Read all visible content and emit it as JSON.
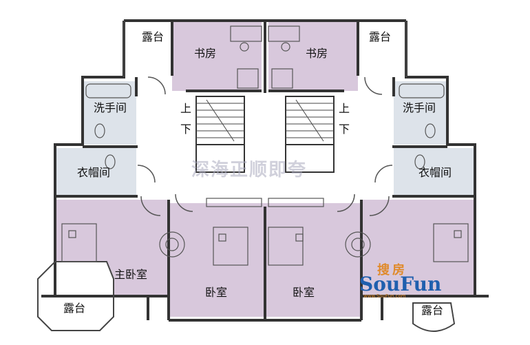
{
  "labels": {
    "terrace_tl": "露台",
    "terrace_tr": "露台",
    "study_l": "书房",
    "study_r": "书房",
    "up_l": "上",
    "down_l": "下",
    "up_r": "上",
    "down_r": "下",
    "bath_l": "洗手间",
    "bath_r": "洗手间",
    "closet_l": "衣帽间",
    "closet_r": "衣帽间",
    "master": "主卧室",
    "bed_l": "卧室",
    "bed_r": "卧室",
    "terrace_bl": "露台",
    "terrace_br": "露台"
  },
  "watermark": "深海正顺即夸",
  "logo": {
    "cn": "搜房",
    "en": "SouFun",
    "url": "www.SouFun.com"
  },
  "colors": {
    "room_fill": "#d8c8dc",
    "wall": "#333333",
    "aux_fill": "#dde3ea"
  }
}
